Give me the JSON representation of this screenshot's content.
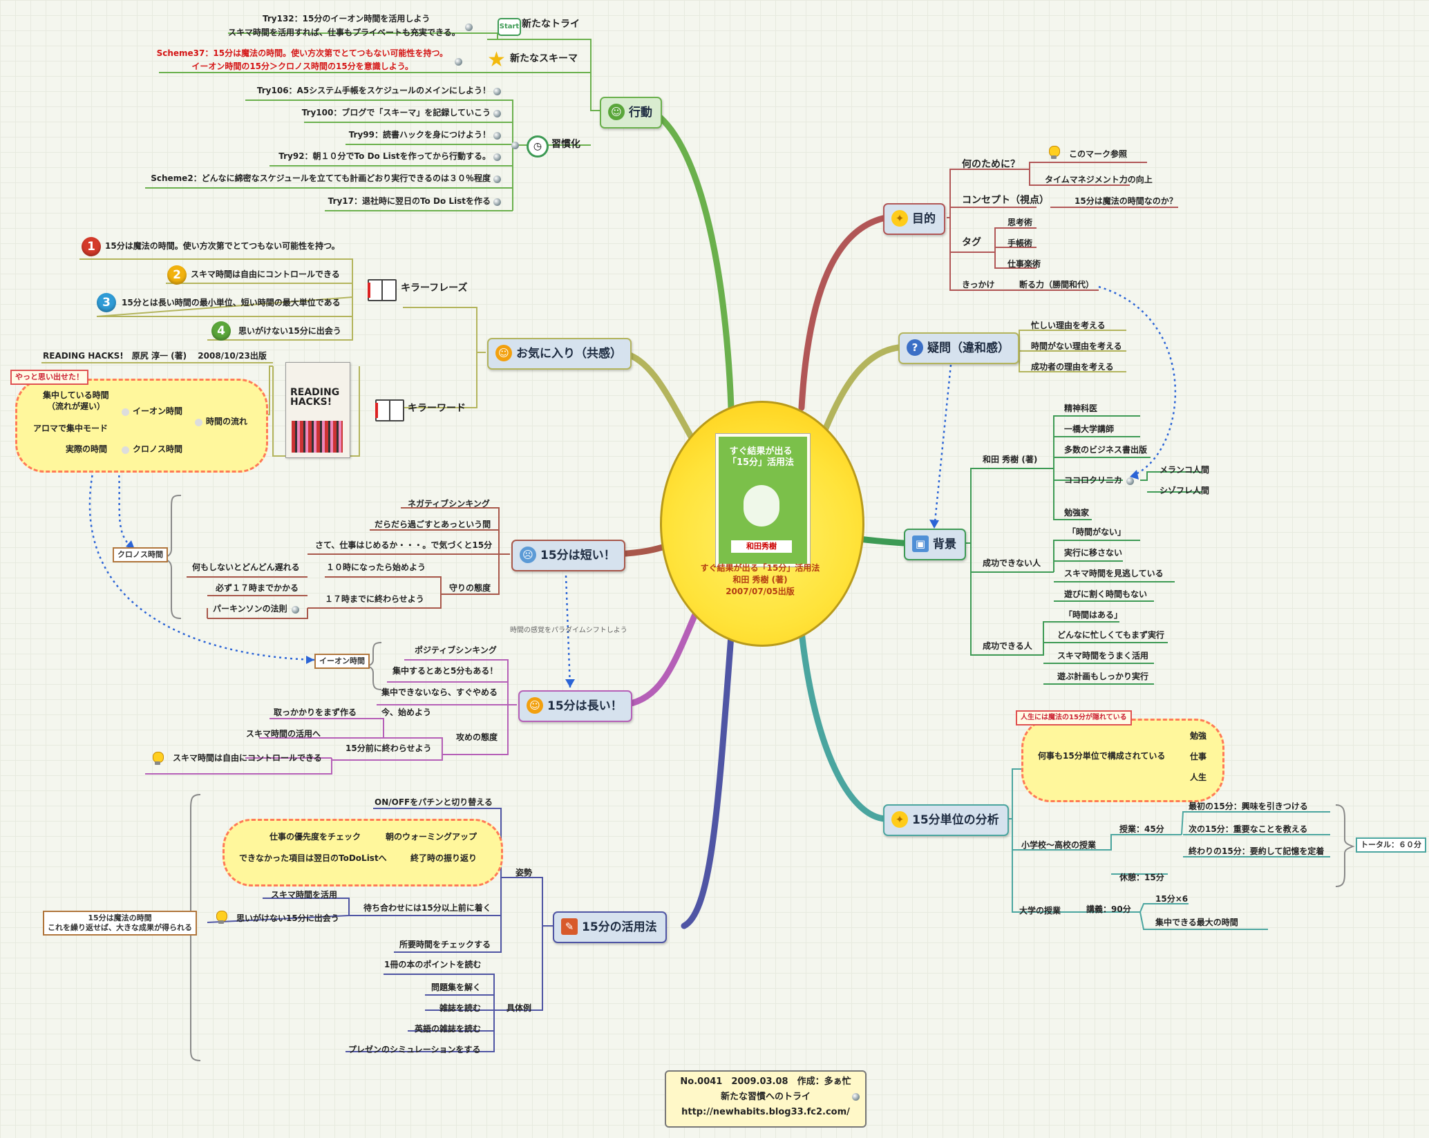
{
  "center": {
    "book_title": "すぐ結果が出る「15分」活用法",
    "book_author": "和田秀樹",
    "line1": "すぐ結果が出る「15分」活用法",
    "line2": "和田 秀樹 (著)",
    "line3": "2007/07/05出版"
  },
  "topics": {
    "kodo": "行動",
    "okiniiri": "お気に入り（共感）",
    "mijikai": "15分は短い！",
    "nagai": "15分は長い！",
    "katsuyo": "15分の活用法",
    "mokuteki": "目的",
    "gimon": "疑問（違和感）",
    "haikei": "背景",
    "bunseki": "15分単位の分析"
  },
  "kodo": {
    "aratana_try": "新たなトライ",
    "start_badge": "Start",
    "try132": "Try132：15分のイーオン時間を活用しよう",
    "try132_sub": "スキマ時間を活用すれば、仕事もプライベートも充実できる。",
    "aratana_scheme": "新たなスキーマ",
    "scheme37": "Scheme37：15分は魔法の時間。使い方次第でとてつもない可能性を持つ。",
    "scheme37_sub": "イーオン時間の15分＞クロノス時間の15分を意識しよう。",
    "shukanka": "習慣化",
    "items": [
      "Try106：A5システム手帳をスケジュールのメインにしよう！",
      "Try100：ブログで「スキーマ」を記録していこう",
      "Try99：読書ハックを身につけよう！",
      "Try92：朝１０分でTo Do Listを作ってから行動する。",
      "Scheme2：どんなに綿密なスケジュールを立てても計画どおり実行できるのは３０％程度",
      "Try17：退社時に翌日のTo Do Listを作る"
    ]
  },
  "killer_phrase": {
    "label": "キラーフレーズ",
    "items": [
      "15分は魔法の時間。使い方次第でとてつもない可能性を持つ。",
      "スキマ時間は自由にコントロールできる",
      "15分とは長い時間の最小単位、短い時間の最大単位である",
      "思いがけない15分に出会う"
    ],
    "numbers": [
      "1",
      "2",
      "3",
      "4"
    ]
  },
  "killer_word": {
    "label": "キラーワード",
    "book_ref": "READING HACKS!　原尻 淳一 (著)　 2008/10/23出版",
    "book_title": "READING HACKS!",
    "callout": "やっと思い出せた！",
    "jikan_nagare": "時間の流れ",
    "aion": "イーオン時間",
    "chronos": "クロノス時間",
    "shuchu": "集中している時間",
    "shuchu2": "（流れが遅い）",
    "aroma": "アロマで集中モード",
    "jissai": "実際の時間"
  },
  "mijikai": {
    "items": [
      "ネガティブシンキング",
      "だらだら過ごすとあっという間",
      "さて、仕事はじめるか・・・。で気づくと15分"
    ],
    "mamori": "守りの態度",
    "nanimo": "何もしないとどんどん遅れる",
    "juji": "１０時になったら始めよう",
    "kanarazu": "必ず１７時までかかる",
    "parkinson": "パーキンソンの法則",
    "owarase": "１７時までに終わらせよう",
    "chronos_callout": "クロノス時間",
    "paradigm": "時間の感覚をパラダイムシフトしよう"
  },
  "nagai": {
    "items": [
      "ポジティブシンキング",
      "集中するとあと5分もある！",
      "集中できないなら、すぐやめる"
    ],
    "seme": "攻めの態度",
    "torikakari": "取っかかりをまず作る",
    "ima": "今、始めよう",
    "sukima_katsuyo": "スキマ時間の活用へ",
    "mae": "15分前に終わらせよう",
    "sukima_jiyu": "スキマ時間は自由にコントロールできる",
    "aion_callout": "イーオン時間"
  },
  "katsuyo": {
    "onoff": "ON/OFFをパチンと切り替える",
    "yusendo": "仕事の優先度をチェック",
    "asa": "朝のウォーミングアップ",
    "dekinakatta": "できなかった項目は翌日のToDoListへ",
    "shugyo": "終了時の振り返り",
    "sukima": "スキマ時間を活用",
    "omoigakenai": "思いがけない15分に出会う",
    "machiawase": "待ち合わせには15分以上前に着く",
    "shoyo": "所要時間をチェックする",
    "shisei": "姿勢",
    "gutai": "具体例",
    "examples": [
      "1冊の本のポイントを読む",
      "問題集を解く",
      "雑誌を読む",
      "英語の雑誌を読む",
      "プレゼンのシミュレーションをする"
    ],
    "callout_line1": "15分は魔法の時間",
    "callout_line2": "これを繰り返せば、大きな成果が得られる"
  },
  "mokuteki": {
    "nanno": "何のために？",
    "mark": "このマーク参照",
    "time_mgmt": "タイムマネジメント力の向上",
    "concept": "コンセプト（視点）",
    "concept_val": "15分は魔法の時間なのか？",
    "tag": "タグ",
    "tags": [
      "思考術",
      "手帳術",
      "仕事楽術"
    ],
    "kikkake": "きっかけ",
    "kikkake_val": "断る力（勝間和代）"
  },
  "gimon": {
    "items": [
      "忙しい理由を考える",
      "時間がない理由を考える",
      "成功者の理由を考える"
    ]
  },
  "haikei": {
    "wada": "和田 秀樹 (著)",
    "wada_items": [
      "精神科医",
      "一橋大学講師",
      "多数のビジネス書出版",
      "ココロクリニカ",
      "勉強家"
    ],
    "clinic_sub": [
      "メランコ人間",
      "シゾフレ人間"
    ],
    "fail": "成功できない人",
    "fail_items": [
      "「時間がない」",
      "実行に移さない",
      "スキマ時間を見逃している",
      "遊びに割く時間もない"
    ],
    "success": "成功できる人",
    "success_items": [
      "「時間はある」",
      "どんなに忙しくてもまず実行",
      "スキマ時間をうまく活用",
      "遊ぶ計画もしっかり実行"
    ]
  },
  "bunseki": {
    "callout": "人生には魔法の15分が隠れている",
    "nanigoto": "何事も15分単位で構成されている",
    "nanigoto_items": [
      "勉強",
      "仕事",
      "人生"
    ],
    "shochu": "小学校〜高校の授業",
    "jugyo": "授業：45分",
    "jugyo_items": [
      "最初の15分：興味を引きつける",
      "次の15分：重要なことを教える",
      "終わりの15分：要約して記憶を定着"
    ],
    "kyukei": "休憩：15分",
    "total": "トータル：６０分",
    "daigaku": "大学の授業",
    "kogi": "講義：90分",
    "x6": "15分×6",
    "shuchu": "集中できる最大の時間"
  },
  "footer": {
    "line1": "No.0041　2009.03.08　作成：多ぁ忙",
    "line2": "新たな習慣へのトライ",
    "line3": "http://newhabits.blog33.fc2.com/"
  },
  "colors": {
    "kodo": "#6ab04c",
    "okiniiri": "#b3b45c",
    "mijikai": "#a8574a",
    "nagai": "#b55fb7",
    "katsuyo": "#4f55a4",
    "mokuteki": "#b15656",
    "gimon": "#b3b45c",
    "haikei": "#3d9a54",
    "bunseki": "#4aa59f"
  }
}
